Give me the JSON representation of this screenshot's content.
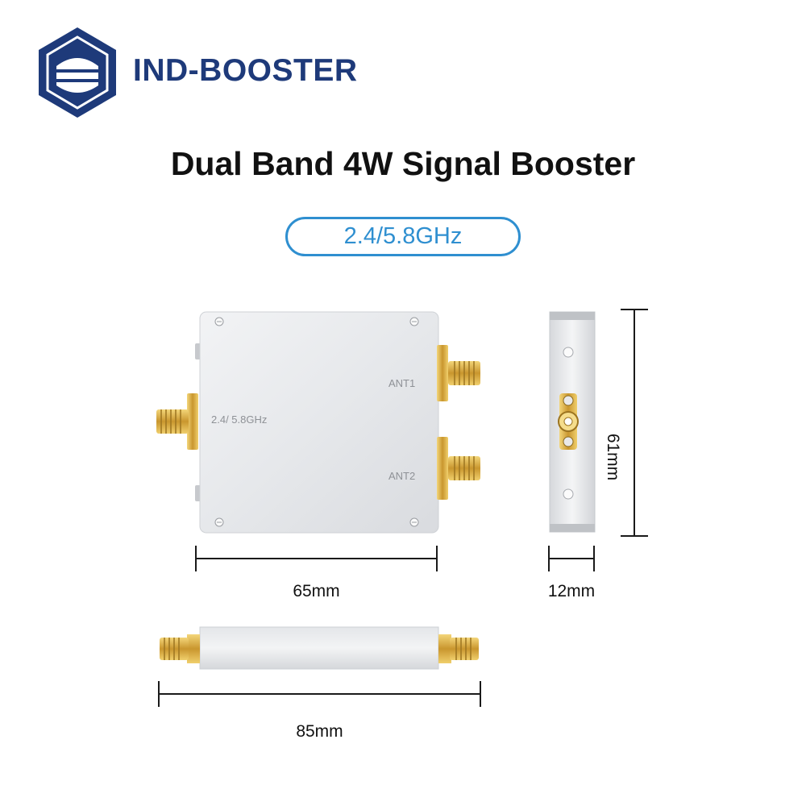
{
  "brand": {
    "name": "IND-BOOSTER",
    "logo_icon": "hexagon-shield-logo-icon",
    "color": "#1e3a7a"
  },
  "title": "Dual Band 4W Signal Booster",
  "frequency_badge": {
    "label": "2.4/5.8GHz",
    "color": "#2f8fd0"
  },
  "device": {
    "input_label": "2.4/ 5.8GHz",
    "ant1_label": "ANT1",
    "ant2_label": "ANT2",
    "connector_icon": "sma-connector-icon",
    "screw_icon": "screw-icon"
  },
  "dimensions": {
    "width": "65mm",
    "depth": "12mm",
    "height": "61mm",
    "length": "85mm"
  }
}
